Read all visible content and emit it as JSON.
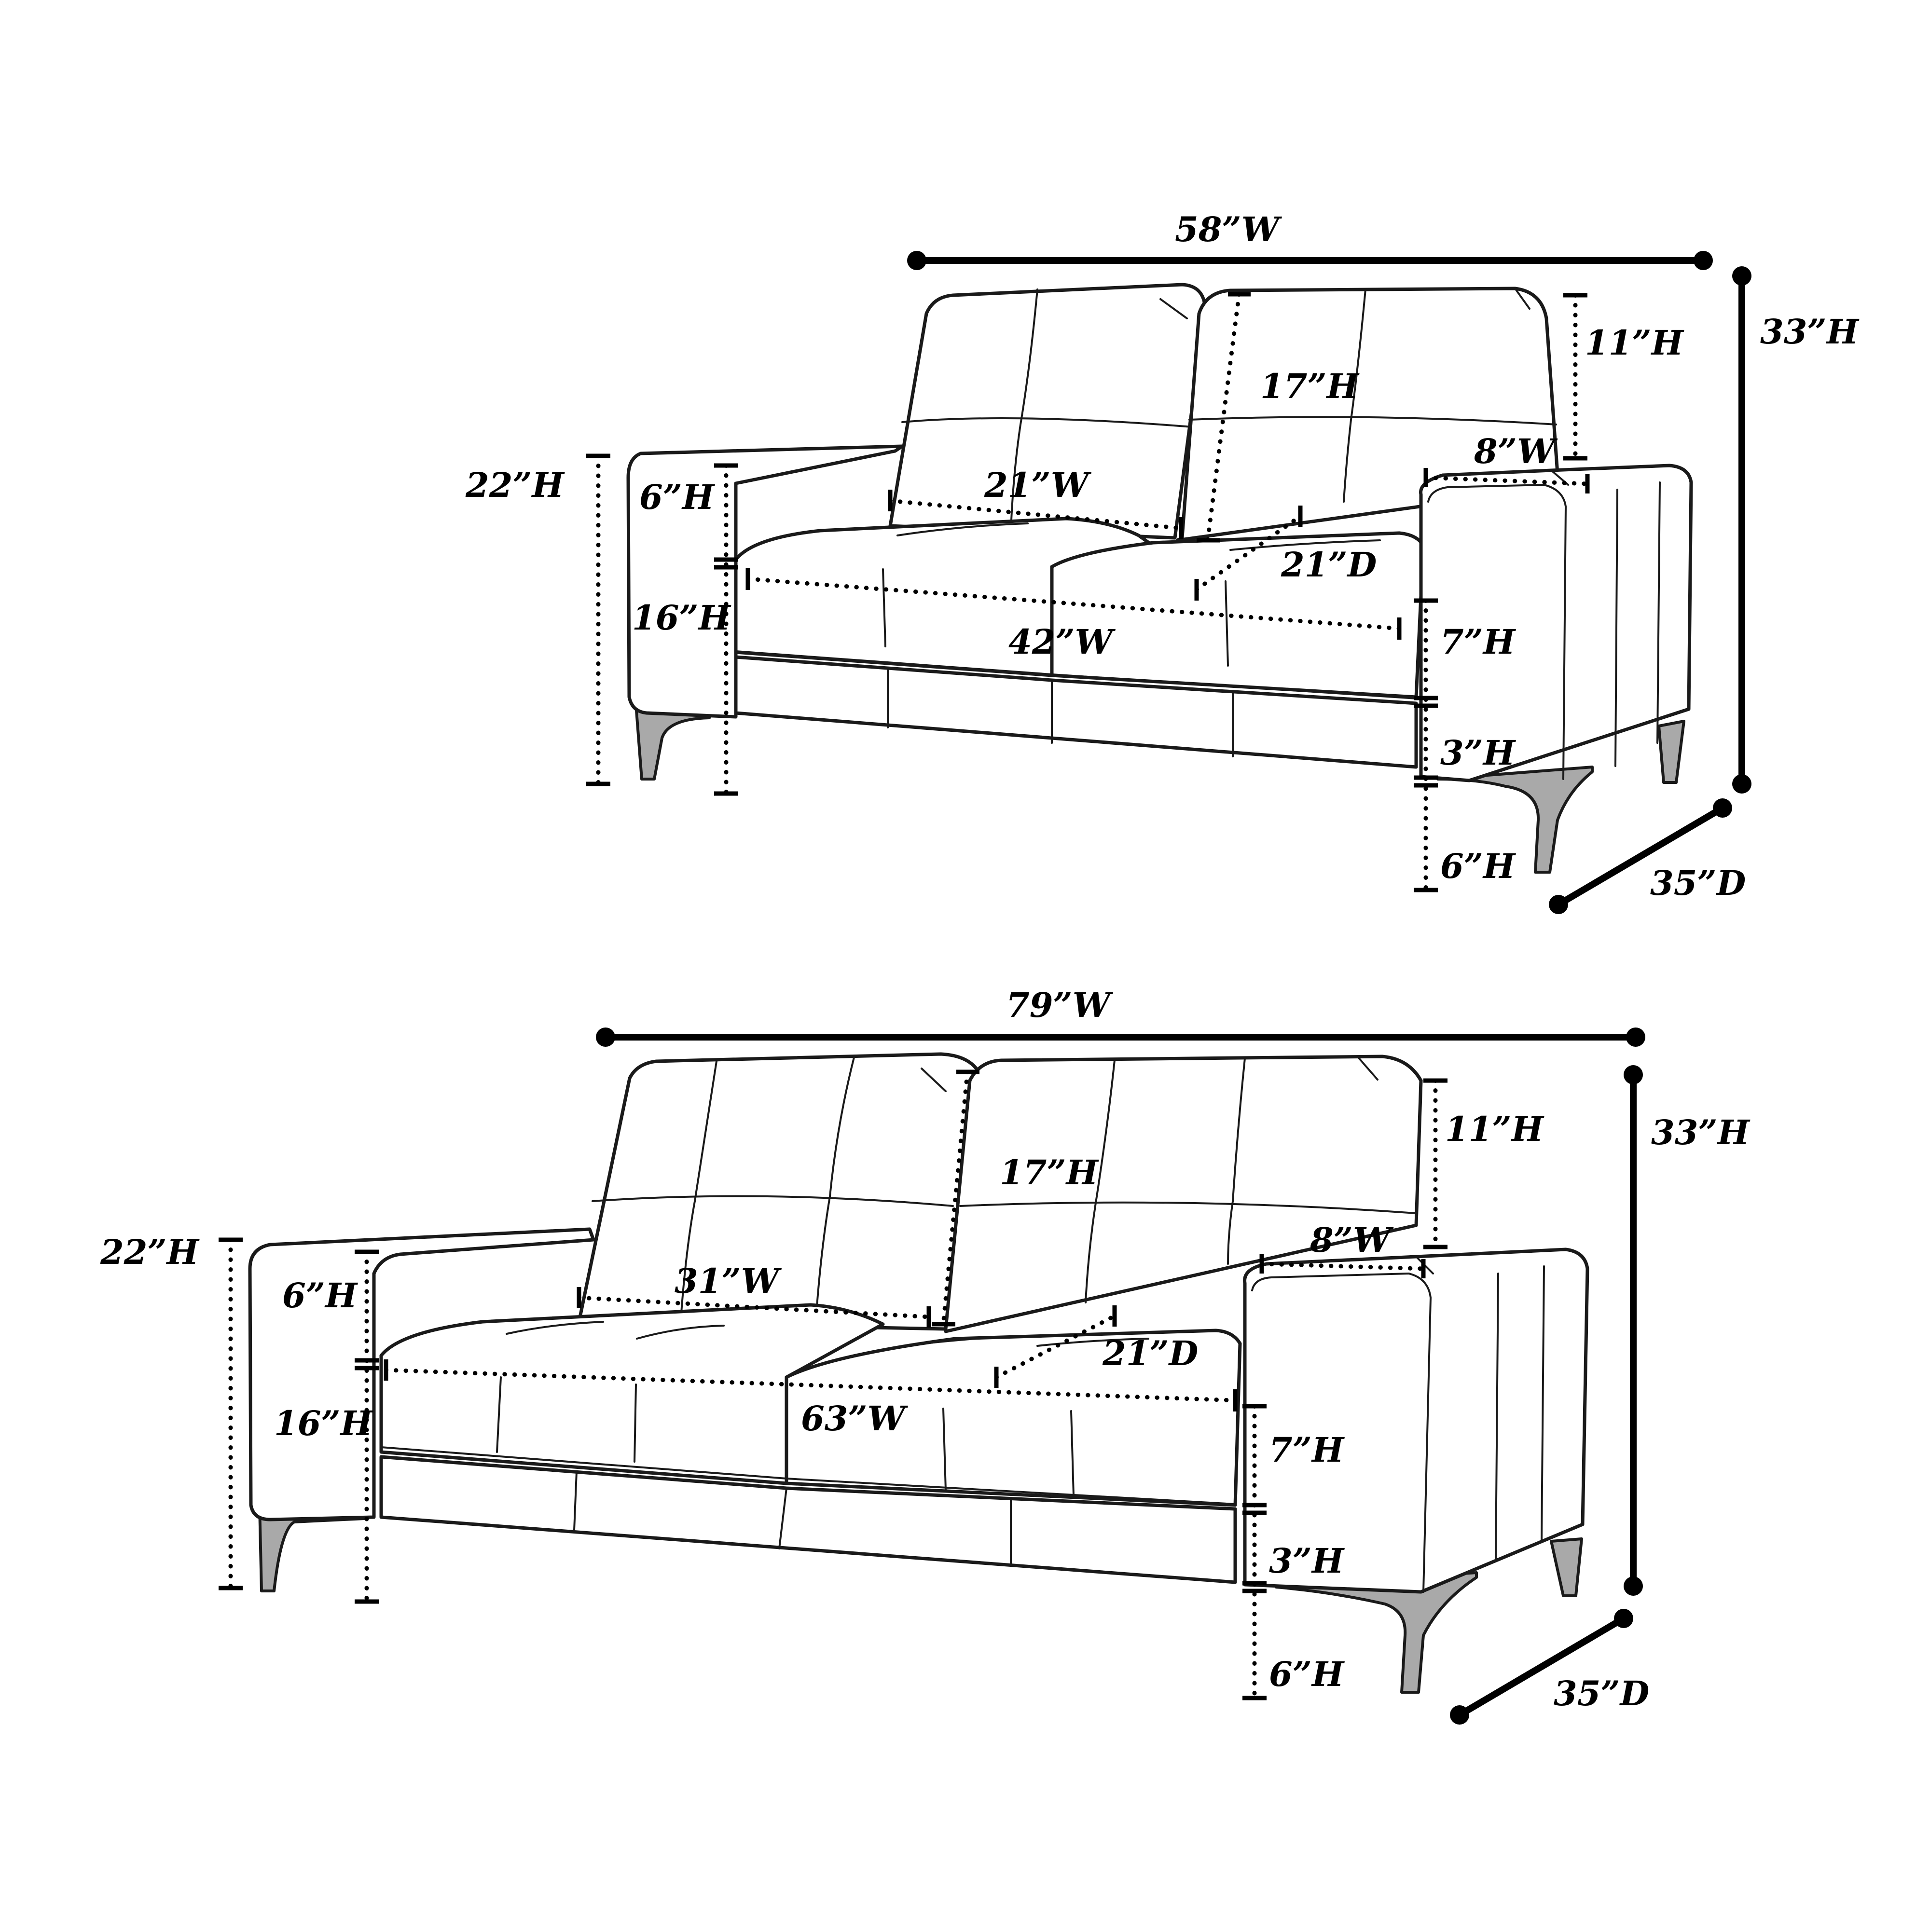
{
  "loveseat": {
    "overall_width": "58”W",
    "overall_height": "33”H",
    "overall_depth": "35”D",
    "back_top_height": "11”H",
    "back_cushion_height": "17”H",
    "arm_width": "8”W",
    "arm_height": "22”H",
    "arm_above_seat": "6”H",
    "back_cushion_width": "21”W",
    "seat_depth": "21”D",
    "seat_height": "16”H",
    "seat_width": "42”W",
    "cushion_thickness": "7”H",
    "base_thickness": "3”H",
    "leg_height": "6”H"
  },
  "sofa": {
    "overall_width": "79”W",
    "overall_height": "33”H",
    "overall_depth": "35”D",
    "back_top_height": "11”H",
    "back_cushion_height": "17”H",
    "arm_width": "8”W",
    "arm_height": "22”H",
    "arm_above_seat": "6”H",
    "back_cushion_width": "31”W",
    "seat_depth": "21”D",
    "seat_height": "16”H",
    "seat_width": "63”W",
    "cushion_thickness": "7”H",
    "base_thickness": "3”H",
    "leg_height": "6”H"
  }
}
